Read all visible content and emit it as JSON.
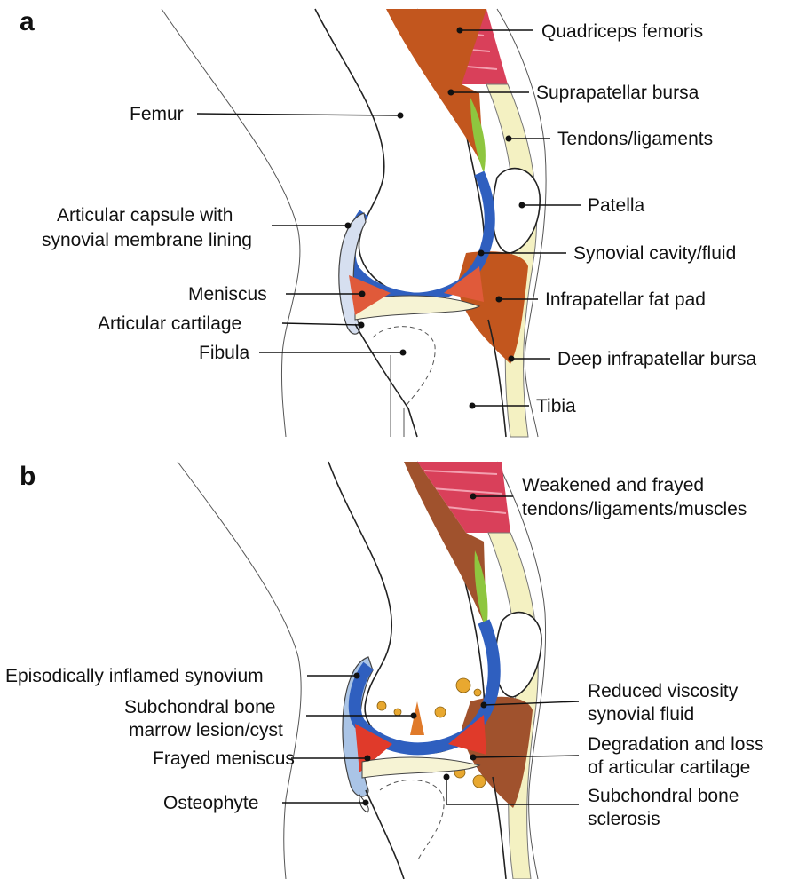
{
  "panel_a": {
    "letter": "a",
    "labels": {
      "quadriceps": "Quadriceps femoris",
      "suprapatellar": "Suprapatellar bursa",
      "femur": "Femur",
      "tendons": "Tendons/ligaments",
      "capsule_line1": "Articular capsule with",
      "capsule_line2": "synovial membrane lining",
      "patella": "Patella",
      "synovial_cavity": "Synovial cavity/fluid",
      "meniscus": "Meniscus",
      "fat_pad": "Infrapatellar fat pad",
      "cartilage": "Articular cartilage",
      "fibula": "Fibula",
      "deep_bursa": "Deep infrapatellar bursa",
      "tibia": "Tibia"
    }
  },
  "panel_b": {
    "letter": "b",
    "labels": {
      "weakened_line1": "Weakened and frayed",
      "weakened_line2": "tendons/ligaments/muscles",
      "inflamed": "Episodically inflamed synovium",
      "viscosity_line1": "Reduced viscosity",
      "viscosity_line2": "synovial fluid",
      "lesion_line1": "Subchondral bone",
      "lesion_line2": "marrow lesion/cyst",
      "degradation_line1": "Degradation and loss",
      "degradation_line2": "of articular cartilage",
      "frayed_meniscus": "Frayed meniscus",
      "sclerosis_line1": "Subchondral bone",
      "sclerosis_line2": "sclerosis",
      "osteophyte": "Osteophyte"
    }
  },
  "colors": {
    "muscle": "#d9405a",
    "bursa_fat": "#c2561e",
    "tendon": "#f4f1c2",
    "synovium": "#2f5fbf",
    "meniscus": "#e05a3a",
    "cartilage": "#f6f3d4",
    "capsule": "#aac4e6",
    "bone_debris": "#e8a830",
    "green": "#8ec63f"
  }
}
